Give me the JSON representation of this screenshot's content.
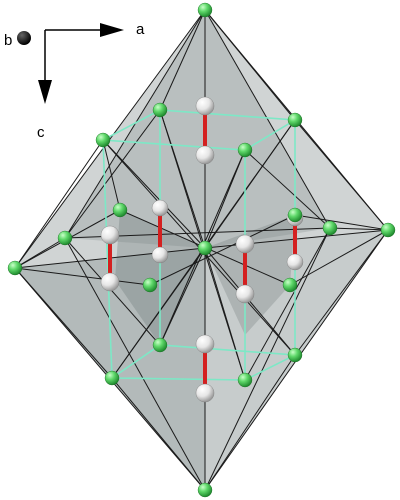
{
  "axes": {
    "a": "a",
    "b": "b",
    "c": "c"
  },
  "colors": {
    "background": "#ffffff",
    "octahedron_fill": "#9aa3a3",
    "octahedron_edge": "#1a1a1a",
    "cell_edge": "#7de8c6",
    "metal_atom": "#5fd86a",
    "hydrogen_atom": "#f2f2f2",
    "bond": "#d42020",
    "axis_arrow": "#000000"
  },
  "atom_types": [
    "metal-atom",
    "hydrogen-atom"
  ]
}
